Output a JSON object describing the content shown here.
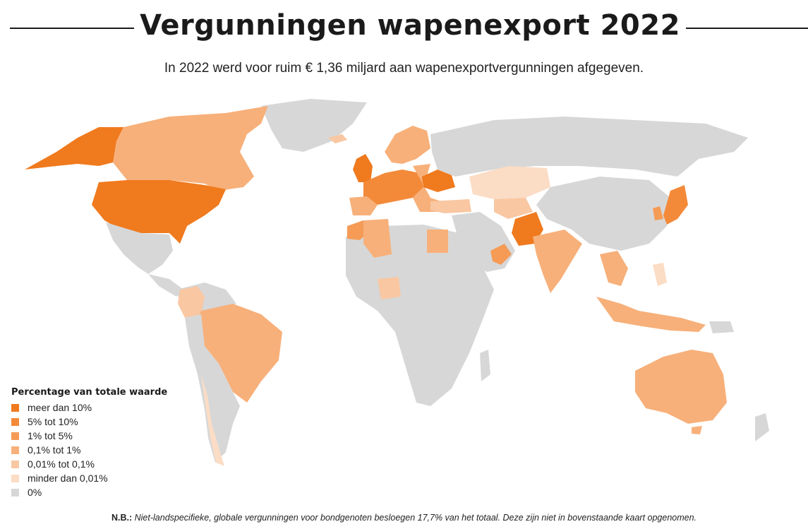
{
  "title": "Vergunningen wapenexport 2022",
  "subtitle": "In 2022 werd voor ruim € 1,36 miljard aan wapenexportvergunningen afgegeven.",
  "legend": {
    "title": "Percentage van totale waarde",
    "items": [
      {
        "label": "meer dan 10%",
        "color": "#f07a1e"
      },
      {
        "label": "5% tot 10%",
        "color": "#f38a3a"
      },
      {
        "label": "1% tot 5%",
        "color": "#f59b56"
      },
      {
        "label": "0,1% tot 1%",
        "color": "#f7b07a"
      },
      {
        "label": "0,01% tot 0,1%",
        "color": "#f9c7a2"
      },
      {
        "label": "minder dan 0,01%",
        "color": "#fbdcc5"
      },
      {
        "label": "0%",
        "color": "#d7d7d7"
      }
    ]
  },
  "note": {
    "prefix": "N.B.:",
    "text": "Niet-landspecifieke, globale vergunningen voor bondgenoten besloegen 17,7% van het totaal. Deze zijn niet in bovenstaande kaart opgenomen."
  }
}
